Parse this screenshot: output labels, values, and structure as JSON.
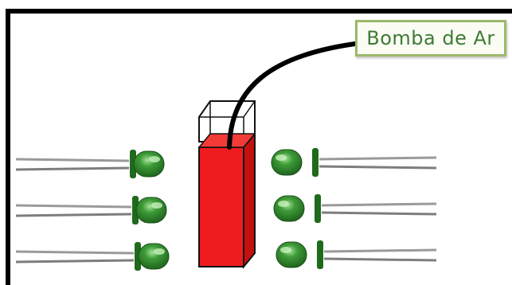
{
  "diagram": {
    "label": "Bomba de Ar",
    "colors": {
      "frame": "#000000",
      "liquid": "#e8171b",
      "liquid_dark": "#b50d10",
      "led_body": "#2f8a2c",
      "led_highlight": "#9fdc8a",
      "leads": "#8c8c8c",
      "label_border": "#9db86b",
      "label_text": "#3f7a34"
    },
    "leds": {
      "left_count": 3,
      "right_count": 3
    }
  }
}
